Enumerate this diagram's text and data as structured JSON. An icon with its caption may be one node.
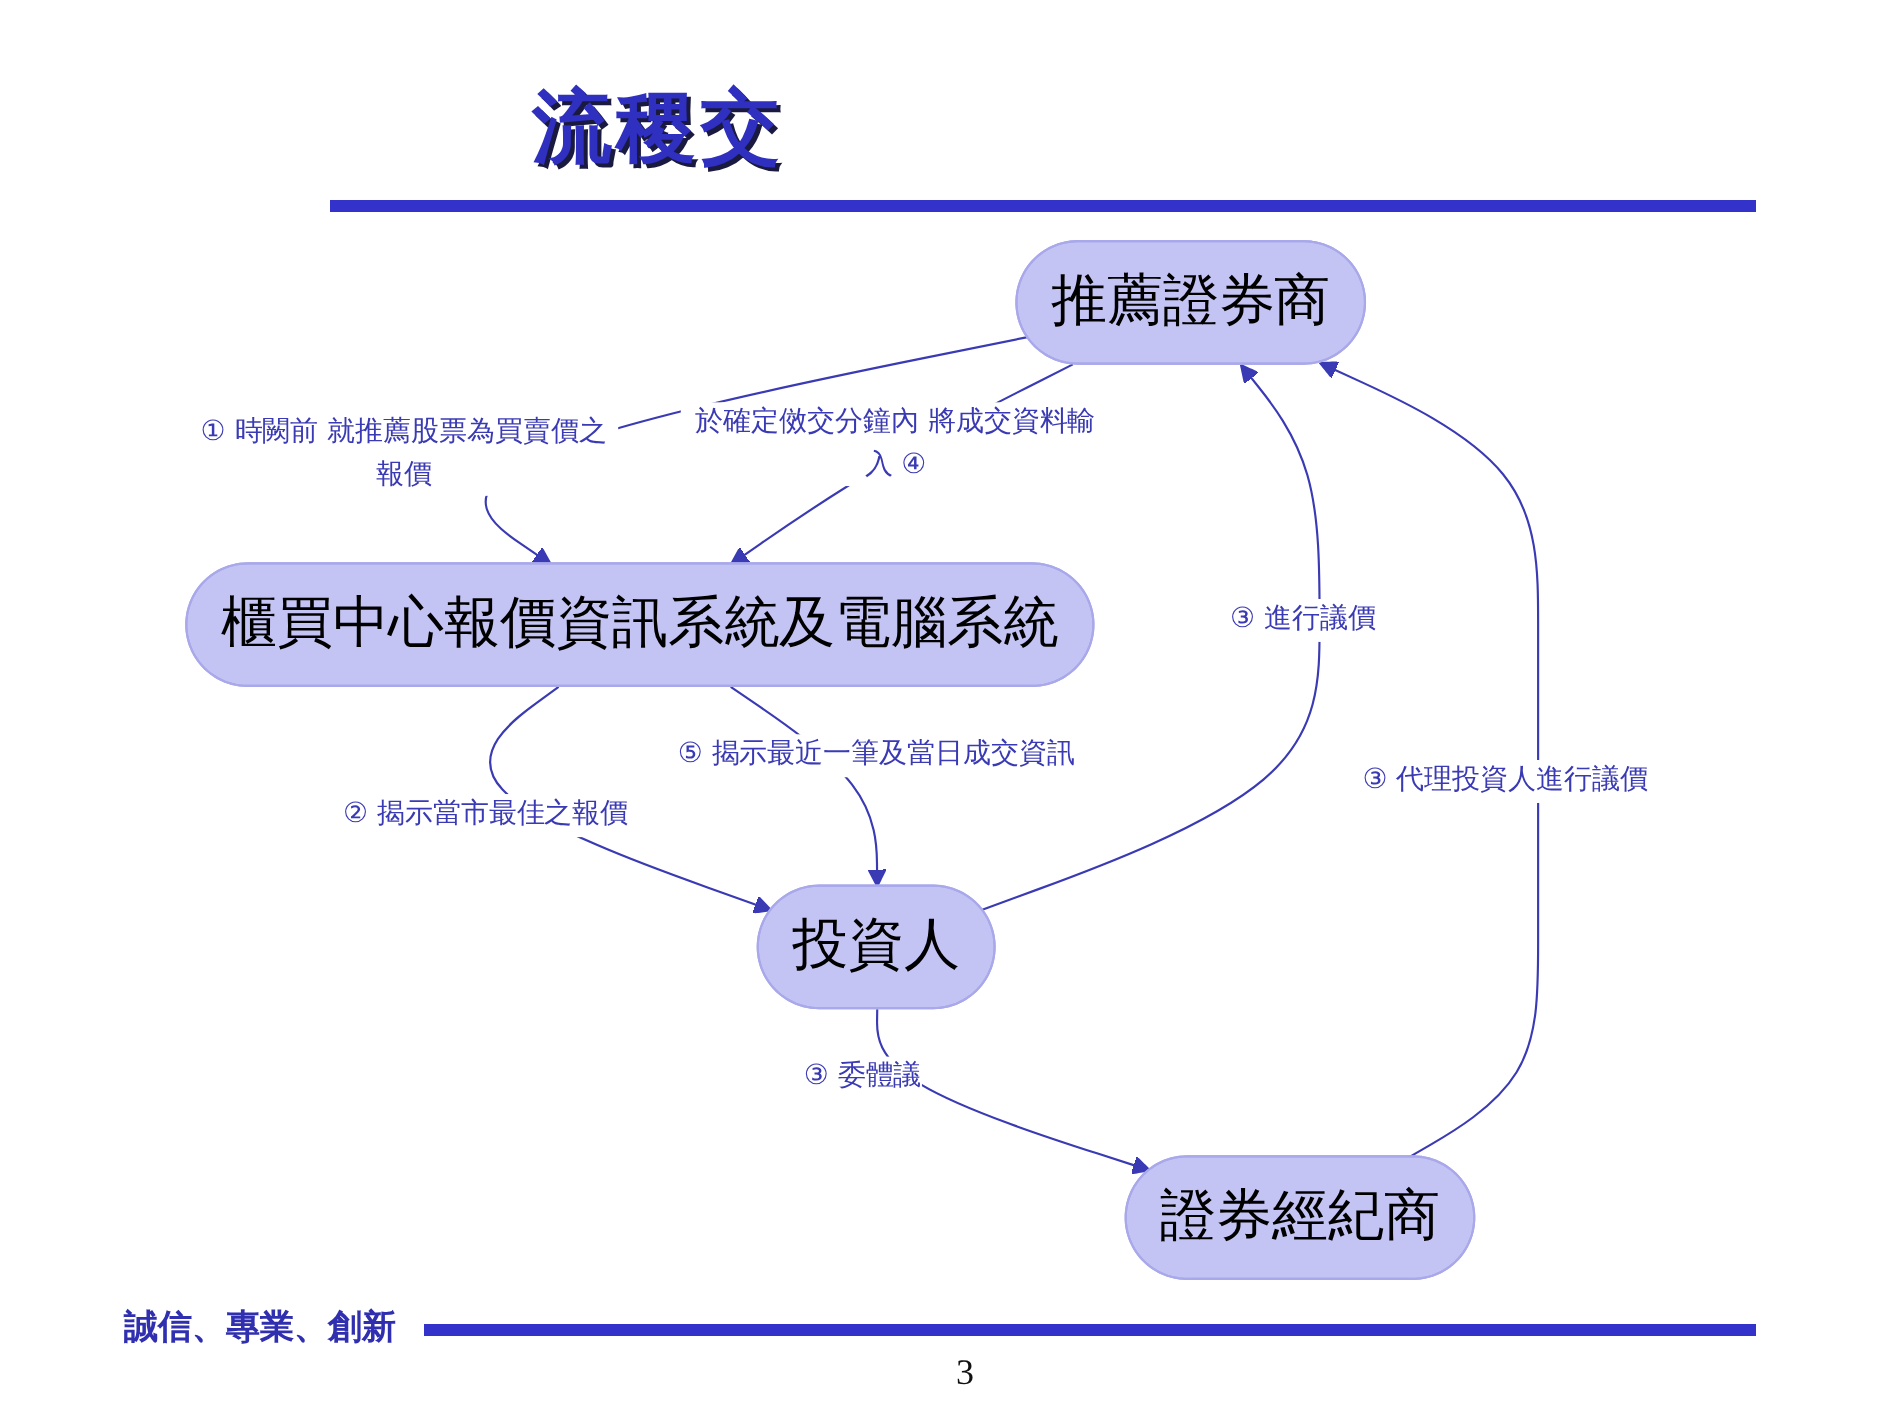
{
  "diagram": {
    "title": "流稷交",
    "nodes": [
      {
        "text": [
          "推薦證券商"
        ]
      },
      {
        "text": [
          "櫃買中心報價資訊系統及電腦系統"
        ]
      },
      {
        "text": [
          "證券經紀商"
        ]
      },
      {
        "text": [
          "投資人"
        ]
      }
    ],
    "edges": [
      {
        "from": 0,
        "to": 1,
        "arrow": "to",
        "label": "① 時闕前 就推薦股票為買賣價之報價"
      },
      {
        "from": 0,
        "to": 1,
        "arrow": "to",
        "label": "於確定傚交分鐘內 將成交資料輸入 ④"
      },
      {
        "from": 2,
        "to": 0,
        "arrow": "to",
        "label": "③ 代理投資人進行議價"
      },
      {
        "from": 3,
        "to": 0,
        "arrow": "to",
        "label": "③ 進行議價"
      },
      {
        "from": 1,
        "to": 3,
        "arrow": "to",
        "label": "② 揭示當市最佳之報價"
      },
      {
        "from": 1,
        "to": 3,
        "arrow": "to",
        "label": "⑤ 揭示最近一筆及當日成交資訊"
      },
      {
        "from": 3,
        "to": 2,
        "arrow": "to",
        "label": "③ 委體議"
      }
    ],
    "labels": [
      "誠信、專業、創新",
      "3"
    ]
  }
}
